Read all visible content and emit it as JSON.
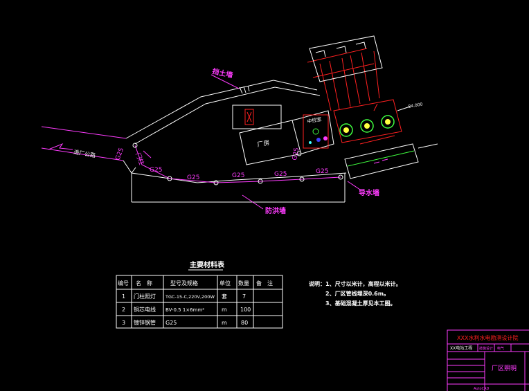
{
  "labels": {
    "retaining_wall": "挡土墙",
    "road": "进厂公路",
    "flood_wall": "防洪墙",
    "tailrace_wall": "导水墙",
    "lamp_post": "门柱",
    "powerhouse": "厂房",
    "elevation_mark": "84.000",
    "pipe_labels": [
      "G25",
      "G25",
      "G25",
      "G25",
      "G25",
      "G25",
      "G25"
    ],
    "building_room": "中控室"
  },
  "table": {
    "title": "主要材料表",
    "headers": [
      "编号",
      "名　称",
      "型号及规格",
      "单位",
      "数量",
      "备　注"
    ],
    "rows": [
      [
        "1",
        "门柱照灯",
        "TGC-15-C,220V,200W",
        "套",
        "7",
        ""
      ],
      [
        "2",
        "铜芯电线",
        "BV-0.5  1×6mm²",
        "m",
        "100",
        ""
      ],
      [
        "3",
        "镀锌钢管",
        "G25",
        "m",
        "80",
        ""
      ]
    ]
  },
  "notes": {
    "title": "说明：",
    "items": [
      "1、尺寸以米计，高程以米计。",
      "2、厂区管线埋深0.6m。",
      "3、基础混凝土厚见本工图。"
    ]
  },
  "title_block": {
    "company": "XXX水利水电勘测设计院",
    "project": "XX电站工程",
    "stage": "技施设计",
    "part": "电气",
    "drawing_name": "厂区照明",
    "software": "AutoCAD"
  },
  "colors": {
    "outline": "#ffffff",
    "magenta": "#ff3cff",
    "red": "#ff2020",
    "green": "#40ff40",
    "cyan": "#40ffff",
    "yellow": "#ffff40"
  }
}
